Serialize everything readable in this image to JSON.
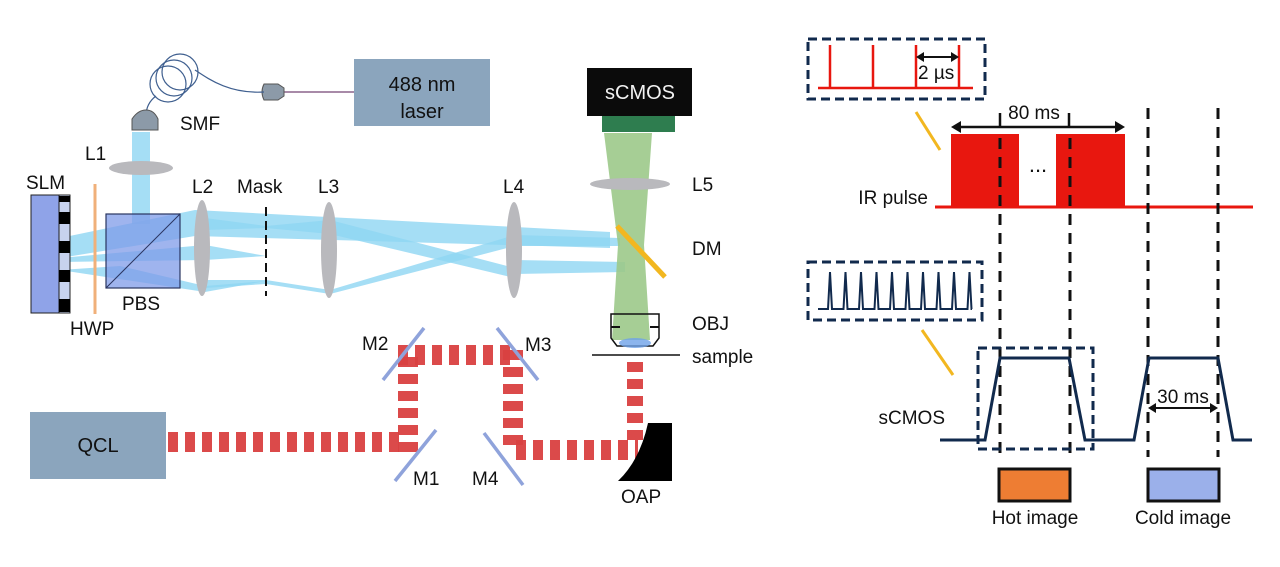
{
  "setup": {
    "laser_488": {
      "line1": "488 nm",
      "line2": "laser"
    },
    "smf": "SMF",
    "l1": "L1",
    "slm": "SLM",
    "hwp": "HWP",
    "pbs": "PBS",
    "l2": "L2",
    "mask": "Mask",
    "l3": "L3",
    "l4": "L4",
    "l5": "L5",
    "scmos_camera": "sCMOS",
    "dm": "DM",
    "obj": "OBJ",
    "sample": "sample",
    "qcl": "QCL",
    "m1": "M1",
    "m2": "M2",
    "m3": "M3",
    "m4": "M4",
    "oap": "OAP"
  },
  "timing": {
    "ir_pulse_label": "IR pulse",
    "scmos_label": "sCMOS",
    "inset_ir_period": "2 µs",
    "ir_window": "80 ms",
    "ellipsis": "...",
    "exposure": "30 ms",
    "hot_image": "Hot image",
    "cold_image": "Cold image"
  },
  "colors": {
    "ir_beam": "#d94040",
    "ir_pulse": "#e8170f",
    "blue_beam": "#8fd6f2",
    "green_beam": "#9cc98a",
    "lens": "#b9b9bd",
    "box_blue_gray": "#8ba5bd",
    "mirror": "#8fa3db",
    "dm": "#f2b720",
    "hwp": "#f0b07a",
    "slm": "#8fa3e8",
    "timing_dark": "#112a4d",
    "hot_fill": "#ee7d33",
    "cold_fill": "#9bb0ea"
  }
}
